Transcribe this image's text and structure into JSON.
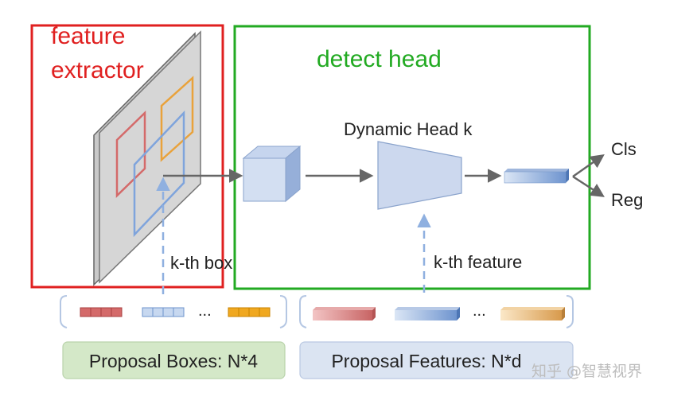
{
  "labels": {
    "feature_extractor_line1": "feature",
    "feature_extractor_line2": "extractor",
    "detect_head": "detect head",
    "dynamic_head": "Dynamic Head k",
    "cls": "Cls",
    "reg": "Reg",
    "kth_box": "k-th box",
    "kth_feature": "k-th feature",
    "ellipsis": "...",
    "proposal_boxes": "Proposal Boxes: N*4",
    "proposal_features": "Proposal Features: N*d"
  },
  "watermark": "知乎 @智慧视界",
  "colors": {
    "red_frame": "#e02020",
    "green_frame": "#22aa22",
    "shape_blue": "#a7bde3",
    "feature_map": "#d4d4d4",
    "box_red": "#d46a6a",
    "box_orange": "#e9a23b",
    "box_blue": "#7fa4dc",
    "proposal_boxes_bg": "#d4e8c8",
    "proposal_features_bg": "#dbe4f2"
  }
}
